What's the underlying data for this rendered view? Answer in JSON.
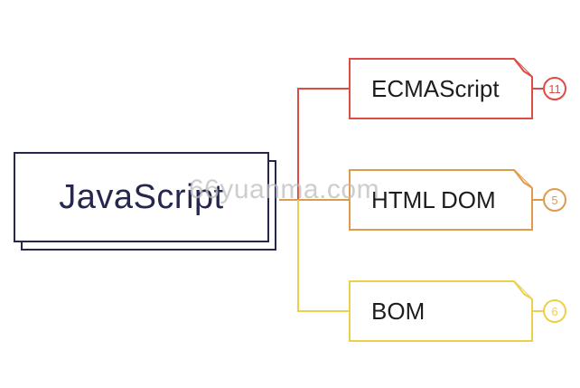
{
  "watermark": {
    "text": "66yuanma.com"
  },
  "mindmap": {
    "root": {
      "label": "JavaScript",
      "color": "#25274d"
    },
    "children": [
      {
        "label": "ECMAScript",
        "count": "11",
        "color": "#e04a44"
      },
      {
        "label": "HTML DOM",
        "count": "5",
        "color": "#dd9b4e"
      },
      {
        "label": "BOM",
        "count": "6",
        "color": "#ecd04a"
      }
    ]
  }
}
